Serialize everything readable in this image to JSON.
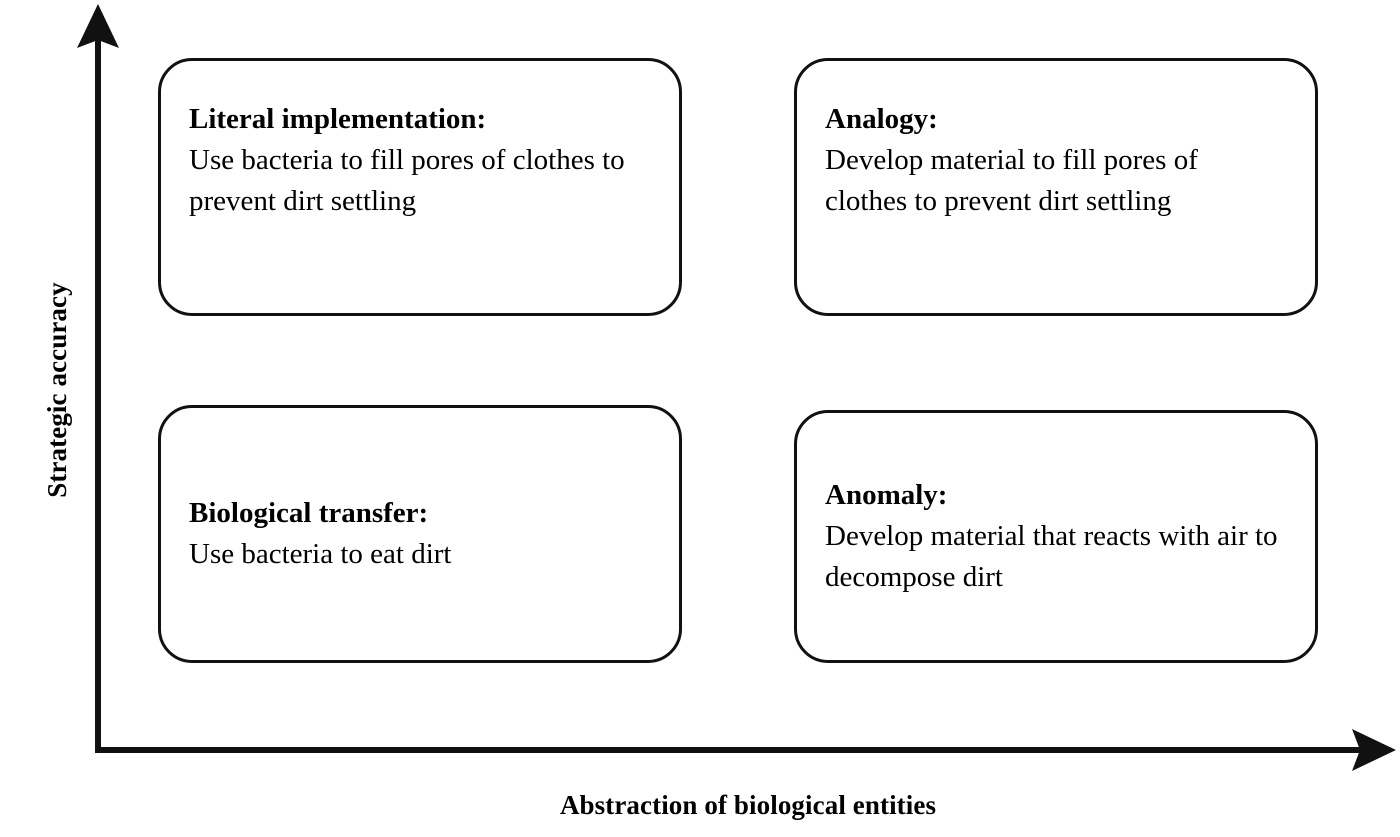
{
  "figure": {
    "type": "2x2-matrix-diagram",
    "background_color": "#ffffff",
    "line_color": "#111111",
    "text_color": "#000000"
  },
  "axes": {
    "y_label": "Strategic accuracy",
    "x_label": "Abstraction of biological entities",
    "y_arrow_direction": "up",
    "x_arrow_direction": "right"
  },
  "quadrants": [
    {
      "id": "literal-implementation",
      "position": "top-left",
      "title": "Literal implementation",
      "separator": ":",
      "body": "Use bacteria to fill pores of clothes to prevent dirt settling"
    },
    {
      "id": "analogy",
      "position": "top-right",
      "title": "Analogy",
      "separator": ":",
      "body": "Develop material to fill pores of clothes to prevent dirt settling"
    },
    {
      "id": "biological-transfer",
      "position": "bottom-left",
      "title": "Biological transfer",
      "separator": ":",
      "body": "Use bacteria to eat dirt"
    },
    {
      "id": "anomaly",
      "position": "bottom-right",
      "title": "Anomaly",
      "separator": ":",
      "body": "Develop material that reacts with air to decompose dirt"
    }
  ]
}
